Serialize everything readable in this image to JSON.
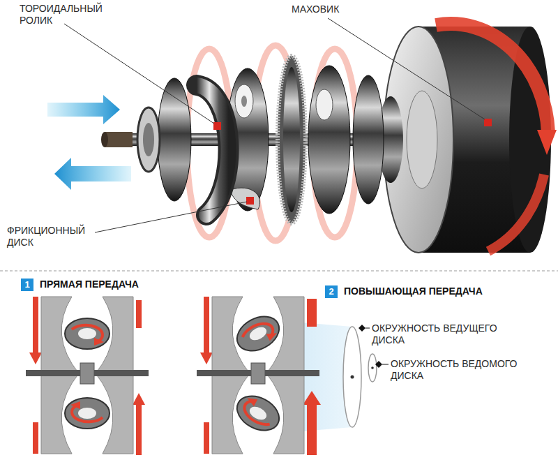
{
  "diagram": {
    "nodes": [
      {
        "text": [
          "1"
        ]
      },
      {
        "text": [
          "2"
        ]
      }
    ],
    "labels": [
      "ТОРОИДАЛЬНЫЙ РОЛИК",
      "МАХОВИК",
      "ФРИКЦИОННЫЙ ДИСК",
      "ПРЯМАЯ ПЕРЕДАЧА",
      "ПОВЫШАЮЩАЯ ПЕРЕДАЧА",
      "ОКРУЖНОСТЬ ВЕДУЩЕГО ДИСКА",
      "ОКРУЖНОСТЬ ВЕДОМОГО ДИСКА"
    ]
  }
}
